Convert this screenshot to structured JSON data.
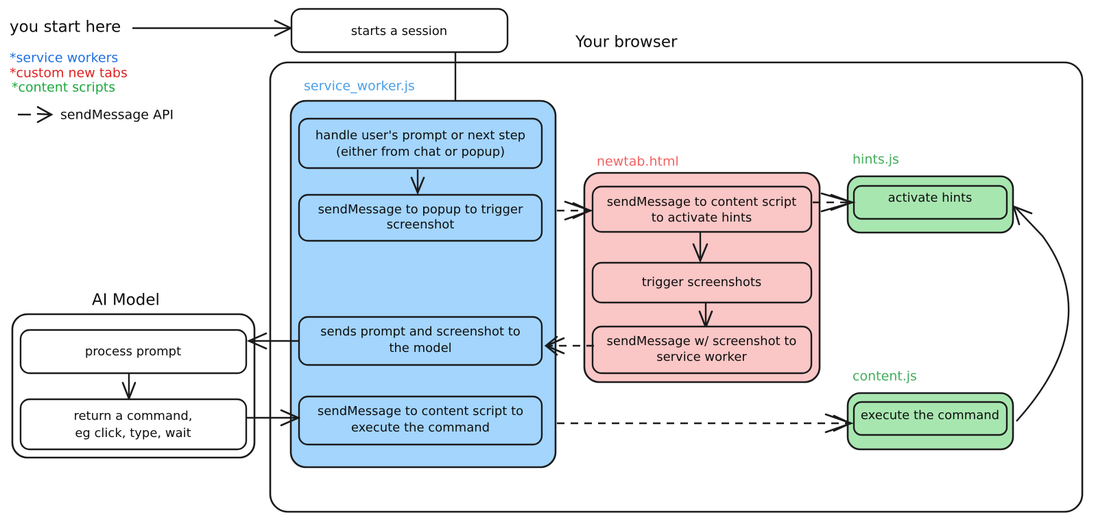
{
  "diagram": {
    "title_free_texts": {
      "start_here": "you start here",
      "your_browser": "Your browser",
      "ai_model": "AI Model"
    },
    "legend": {
      "items": [
        {
          "label": "*service workers",
          "color": "#1f6fe0"
        },
        {
          "label": "*custom new tabs",
          "color": "#e02020"
        },
        {
          "label": "*content scripts",
          "color": "#1aa83c"
        }
      ],
      "arrow_legend": {
        "symbol": "- >",
        "label": "sendMessage API"
      }
    },
    "entry_node": {
      "label": "starts a session"
    },
    "groups": {
      "service_worker": {
        "label": "service_worker.js",
        "color": "#4a9fe8",
        "fill": "#a3d5fd",
        "nodes": [
          {
            "id": "sw-handle",
            "lines": [
              "handle user's prompt or next step",
              "(either from chat or popup)"
            ]
          },
          {
            "id": "sw-popup",
            "lines": [
              "sendMessage to popup to trigger",
              "screenshot"
            ]
          },
          {
            "id": "sw-model",
            "lines": [
              "sends prompt and screenshot to",
              "the model"
            ]
          },
          {
            "id": "sw-execute",
            "lines": [
              "sendMessage to content script to",
              "execute the command"
            ]
          }
        ]
      },
      "newtab": {
        "label": "newtab.html",
        "color": "#f06464",
        "fill": "#fac6c6",
        "nodes": [
          {
            "id": "nt-activate",
            "lines": [
              "sendMessage to content script",
              "to activate hints"
            ]
          },
          {
            "id": "nt-trigger",
            "lines": [
              "trigger screenshots"
            ]
          },
          {
            "id": "nt-screenshot",
            "lines": [
              "sendMessage w/ screenshot to",
              "service worker"
            ]
          }
        ]
      },
      "hints": {
        "label": "hints.js",
        "color": "#41ad5a",
        "fill": "#a8e6b0",
        "nodes": [
          {
            "id": "hints-activate",
            "lines": [
              "activate hints"
            ]
          }
        ]
      },
      "content": {
        "label": "content.js",
        "color": "#41ad5a",
        "fill": "#a8e6b0",
        "nodes": [
          {
            "id": "content-execute",
            "lines": [
              "execute the command"
            ]
          }
        ]
      },
      "ai_model": {
        "label": "AI Model",
        "fill": "#ffffff",
        "nodes": [
          {
            "id": "ai-process",
            "lines": [
              "process prompt"
            ]
          },
          {
            "id": "ai-return",
            "lines": [
              "return a command,",
              "eg click, type, wait"
            ]
          }
        ]
      }
    },
    "browser_container": {
      "label": "Your browser"
    }
  }
}
